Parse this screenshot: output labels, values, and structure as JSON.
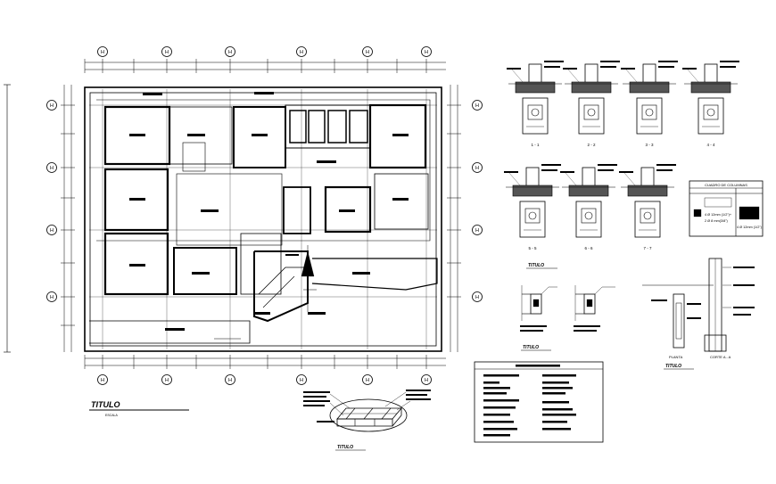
{
  "axis_label": "H",
  "sheet_title": "TITULO",
  "sheet_subtitle": "ESCALA",
  "section_titles": {
    "details": "TITULO",
    "brick": "TITULO",
    "columns": "TITULO",
    "wall": "TITULO"
  },
  "footings": [
    "1 - 1",
    "2 - 2",
    "3 - 3",
    "4 - 4",
    "5 - 5",
    "6 - 6",
    "7 - 7"
  ],
  "column_table": {
    "header": "CUADRO DE COLUMNAS",
    "rebar_a": "4 Ø 12mm (1/2\")+",
    "rebar_b": "2 Ø 8 mm(3/8\")",
    "rebar_c": "4 Ø 12mm (1/2\")"
  },
  "wall_labels": {
    "plan": "PLANTA",
    "section": "CORTE A - A"
  },
  "colors": {
    "line": "#000000",
    "background": "#ffffff"
  }
}
